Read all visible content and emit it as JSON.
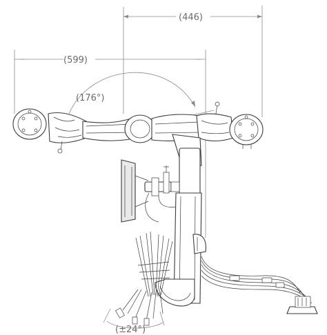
{
  "dimensions": {
    "top_width": "(446)",
    "left_reach": "(599)",
    "arm_angle": "(176°)",
    "wrist_angle": "(±24°)"
  }
}
